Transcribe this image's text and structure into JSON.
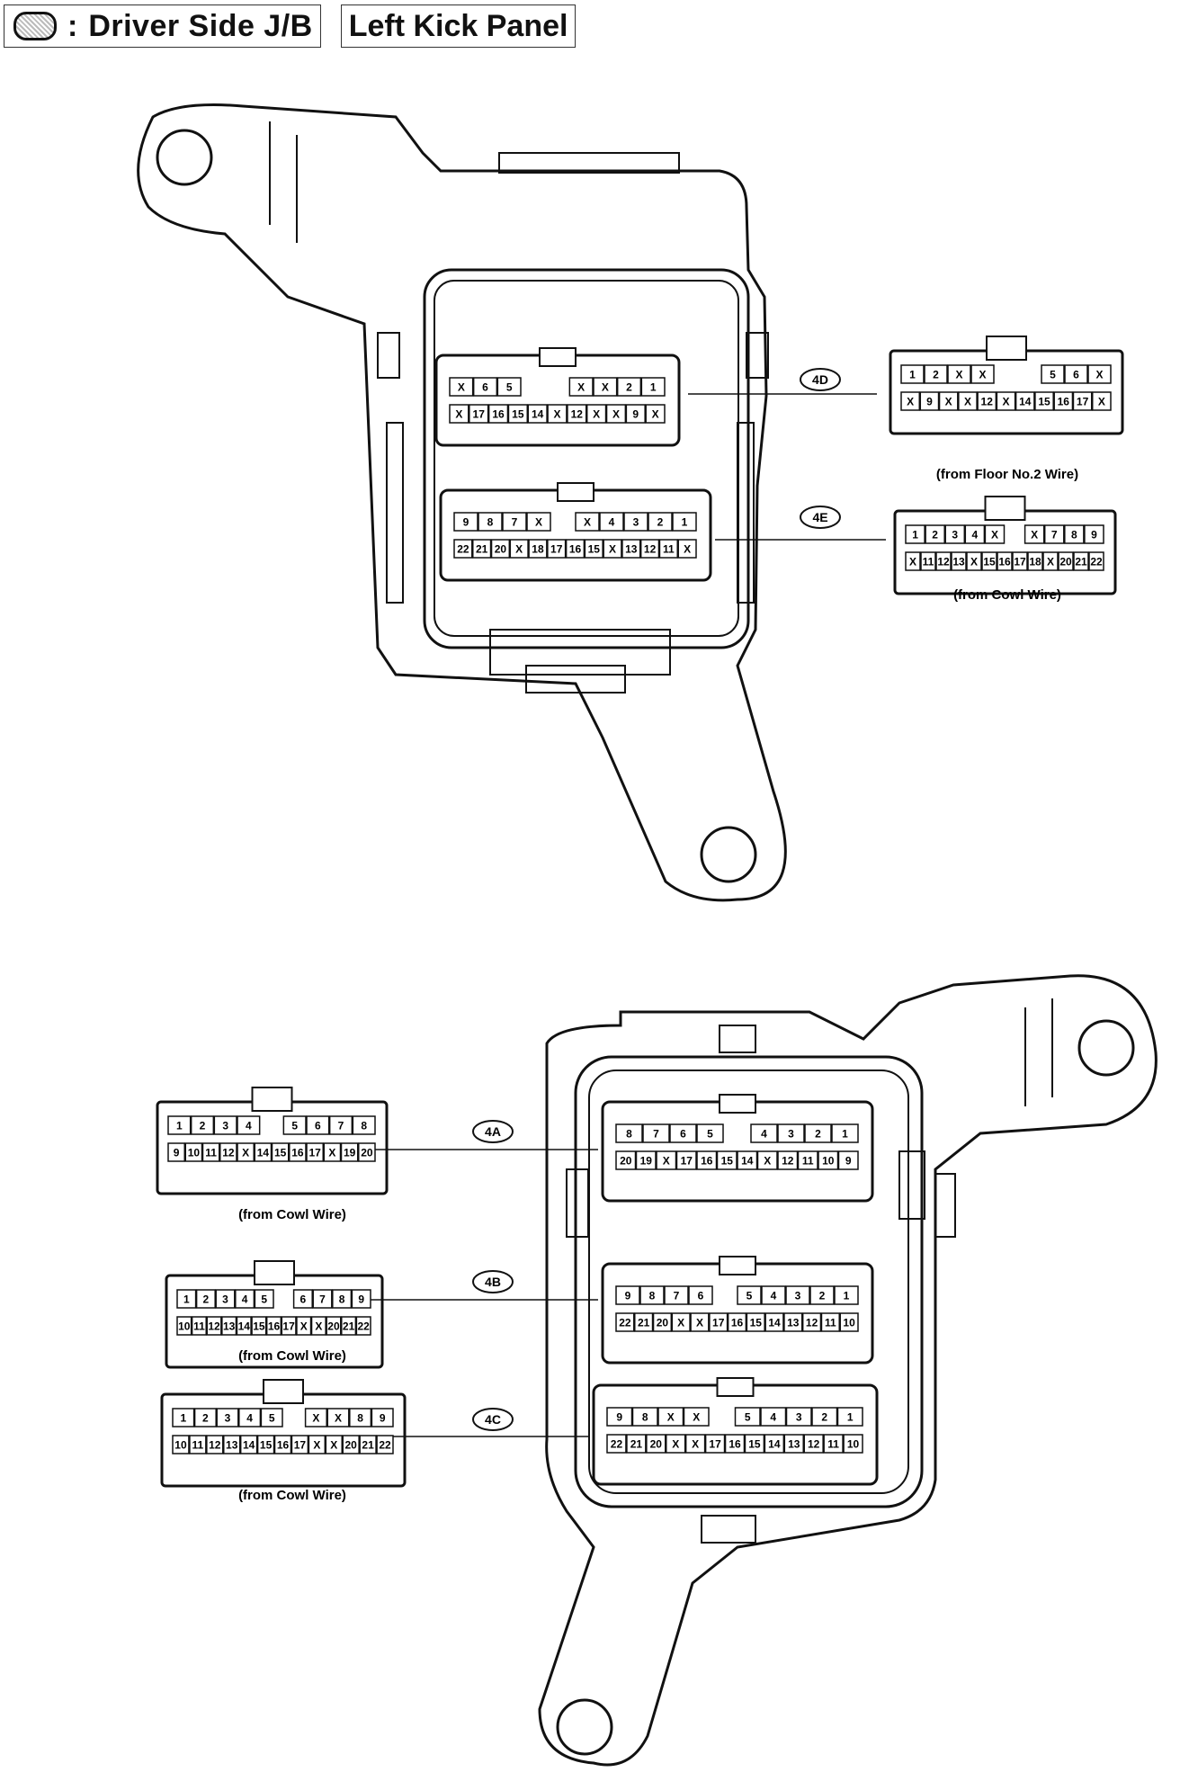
{
  "header": {
    "title": "Driver Side J/B",
    "location": "Left Kick Panel",
    "colon": ":",
    "symbol": "junction-block-symbol"
  },
  "connectors": [
    {
      "id": "4D",
      "caption": "(from Floor No.2 Wire)",
      "block_rows": [
        [
          "X",
          "6",
          "5",
          "",
          "",
          "X",
          "X",
          "2",
          "1"
        ],
        [
          "X",
          "17",
          "16",
          "15",
          "14",
          "X",
          "12",
          "X",
          "X",
          "9",
          "X"
        ]
      ],
      "plug_rows": [
        [
          "1",
          "2",
          "X",
          "X",
          "",
          "",
          "5",
          "6",
          "X"
        ],
        [
          "X",
          "9",
          "X",
          "X",
          "12",
          "X",
          "14",
          "15",
          "16",
          "17",
          "X"
        ]
      ]
    },
    {
      "id": "4E",
      "caption": "(from Cowl Wire)",
      "block_rows": [
        [
          "9",
          "8",
          "7",
          "X",
          "",
          "X",
          "4",
          "3",
          "2",
          "1"
        ],
        [
          "22",
          "21",
          "20",
          "X",
          "18",
          "17",
          "16",
          "15",
          "X",
          "13",
          "12",
          "11",
          "X"
        ]
      ],
      "plug_rows": [
        [
          "1",
          "2",
          "3",
          "4",
          "X",
          "",
          "X",
          "7",
          "8",
          "9"
        ],
        [
          "X",
          "11",
          "12",
          "13",
          "X",
          "15",
          "16",
          "17",
          "18",
          "X",
          "20",
          "21",
          "22"
        ]
      ]
    },
    {
      "id": "4A",
      "caption": "(from Cowl Wire)",
      "block_rows": [
        [
          "8",
          "7",
          "6",
          "5",
          "",
          "4",
          "3",
          "2",
          "1"
        ],
        [
          "20",
          "19",
          "X",
          "17",
          "16",
          "15",
          "14",
          "X",
          "12",
          "11",
          "10",
          "9"
        ]
      ],
      "plug_rows": [
        [
          "1",
          "2",
          "3",
          "4",
          "",
          "5",
          "6",
          "7",
          "8"
        ],
        [
          "9",
          "10",
          "11",
          "12",
          "X",
          "14",
          "15",
          "16",
          "17",
          "X",
          "19",
          "20"
        ]
      ]
    },
    {
      "id": "4B",
      "caption": "(from Cowl Wire)",
      "block_rows": [
        [
          "9",
          "8",
          "7",
          "6",
          "",
          "5",
          "4",
          "3",
          "2",
          "1"
        ],
        [
          "22",
          "21",
          "20",
          "X",
          "X",
          "17",
          "16",
          "15",
          "14",
          "13",
          "12",
          "11",
          "10"
        ]
      ],
      "plug_rows": [
        [
          "1",
          "2",
          "3",
          "4",
          "5",
          "",
          "6",
          "7",
          "8",
          "9"
        ],
        [
          "10",
          "11",
          "12",
          "13",
          "14",
          "15",
          "16",
          "17",
          "X",
          "X",
          "20",
          "21",
          "22"
        ]
      ]
    },
    {
      "id": "4C",
      "caption": "(from Cowl Wire)",
      "block_rows": [
        [
          "9",
          "8",
          "X",
          "X",
          "",
          "5",
          "4",
          "3",
          "2",
          "1"
        ],
        [
          "22",
          "21",
          "20",
          "X",
          "X",
          "17",
          "16",
          "15",
          "14",
          "13",
          "12",
          "11",
          "10"
        ]
      ],
      "plug_rows": [
        [
          "1",
          "2",
          "3",
          "4",
          "5",
          "",
          "X",
          "X",
          "8",
          "9"
        ],
        [
          "10",
          "11",
          "12",
          "13",
          "14",
          "15",
          "16",
          "17",
          "X",
          "X",
          "20",
          "21",
          "22"
        ]
      ]
    }
  ]
}
